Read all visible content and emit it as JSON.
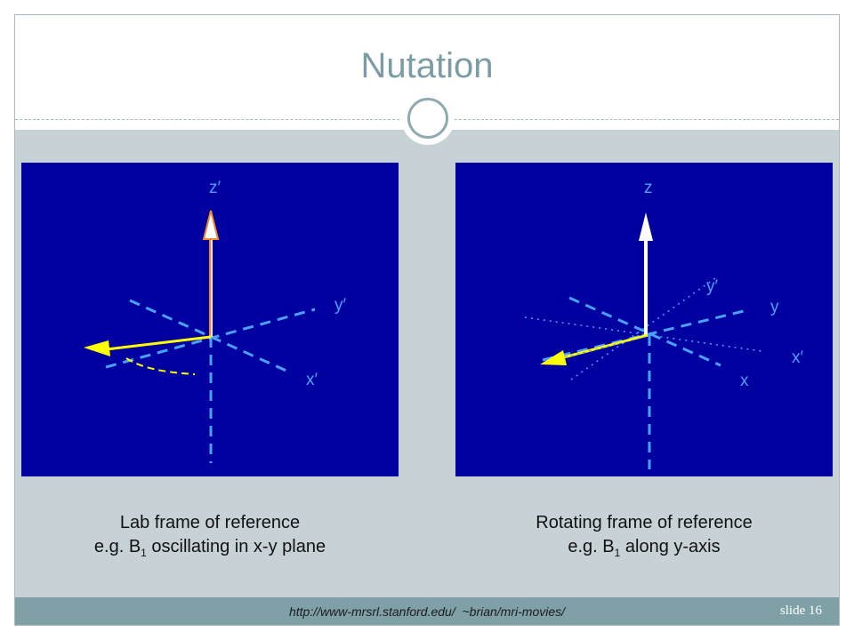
{
  "slide": {
    "title": "Nutation",
    "footer_url": "http://www-mrsrl.stanford.edu/  ~brian/mri-movies/",
    "slide_number": "slide 16"
  },
  "left_panel": {
    "labels": {
      "z": "z′",
      "y": "y′",
      "x": "x′"
    },
    "caption_line1": "Lab frame of reference",
    "caption_line2_prefix": "e.g. B",
    "caption_line2_sub": "1",
    "caption_line2_suffix": " oscillating in x-y plane"
  },
  "right_panel": {
    "labels": {
      "z": "z",
      "y_prime": "y′",
      "y": "y",
      "x_prime": "x′",
      "x": "x"
    },
    "caption_line1": "Rotating frame of reference",
    "caption_line2_prefix": "e.g. B",
    "caption_line2_sub": "1",
    "caption_line2_suffix": " along y-axis"
  },
  "colors": {
    "panel_bg": "#0000a0",
    "axis": "#4aa2ff",
    "magnetization": "#ffffff",
    "b1_field": "#ffff00",
    "accent": "#7c9ca5"
  }
}
